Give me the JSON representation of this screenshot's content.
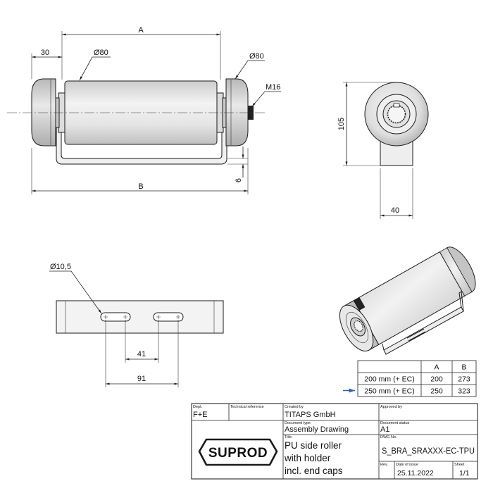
{
  "drawing": {
    "front_view": {
      "dim_a": "A",
      "dim_30": "30",
      "dia_left": "Ø80",
      "dia_right": "Ø80",
      "thread": "M16",
      "dim_6": "6",
      "dim_b": "B"
    },
    "side_view": {
      "dim_105": "105",
      "dim_40": "40"
    },
    "holder_view": {
      "hole_dia": "Ø10,5",
      "dim_41": "41",
      "dim_91": "91"
    }
  },
  "size_table": {
    "headers": [
      "A",
      "B"
    ],
    "rows": [
      {
        "size": "200 mm (+ EC)",
        "a": "200",
        "b": "273",
        "selected": false
      },
      {
        "size": "250 mm (+ EC)",
        "a": "250",
        "b": "323",
        "selected": true
      }
    ],
    "marker_color": "#2f63b5"
  },
  "title_block": {
    "dept": {
      "label": "Dept.",
      "value": "F+E"
    },
    "technical_reference": {
      "label": "Technical reference"
    },
    "created_by": {
      "label": "Created by",
      "value": "TITAPS GmbH"
    },
    "approved_by": {
      "label": "Approved by"
    },
    "document_type": {
      "label": "Document type",
      "value": "Assembly Drawing"
    },
    "document_status": {
      "label": "Document status",
      "value": "A1"
    },
    "title": {
      "label": "Title",
      "lines": [
        "PU side roller",
        "with holder",
        "incl. end caps"
      ]
    },
    "dwg_no": {
      "label": "DWG No.",
      "value": "S_BRA_SRAXXX-EC-TPU"
    },
    "rev": {
      "label": "Rev."
    },
    "date_of_issue": {
      "label": "Date of issue",
      "value": "25.11.2022"
    },
    "sheet": {
      "label": "Sheet",
      "value": "1/1"
    },
    "logo_text": "SUPROD"
  }
}
